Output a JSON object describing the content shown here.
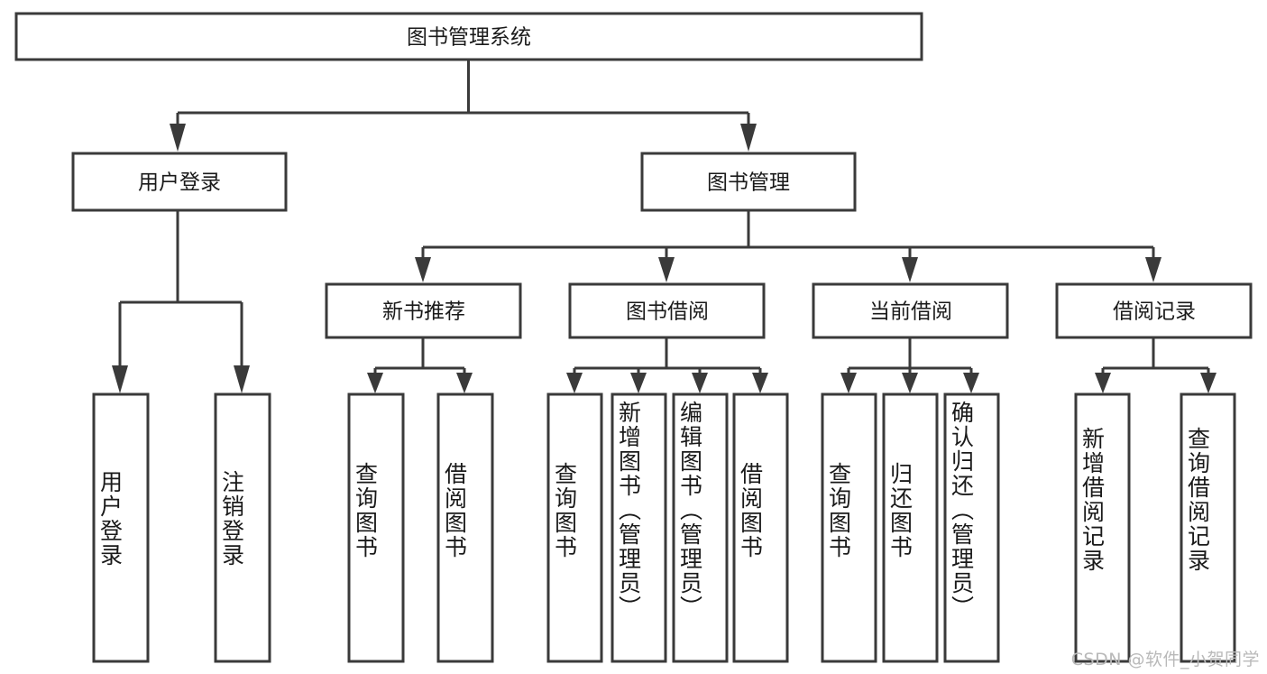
{
  "diagram": {
    "type": "tree",
    "title": "图书管理系统",
    "root": {
      "label": "图书管理系统",
      "level": 1
    },
    "level2": [
      {
        "label": "用户登录"
      },
      {
        "label": "图书管理"
      }
    ],
    "level3": [
      {
        "label": "新书推荐",
        "parent": "图书管理"
      },
      {
        "label": "图书借阅",
        "parent": "图书管理"
      },
      {
        "label": "当前借阅",
        "parent": "图书管理"
      },
      {
        "label": "借阅记录",
        "parent": "图书管理"
      }
    ],
    "leaves": {
      "user_login": [
        {
          "label": "用户登录"
        },
        {
          "label": "注销登录"
        }
      ],
      "new_book": [
        {
          "label": "查询图书"
        },
        {
          "label": "借阅图书"
        }
      ],
      "book_borrow": [
        {
          "label": "查询图书"
        },
        {
          "label": "新增图书（管理员）"
        },
        {
          "label": "编辑图书（管理员）"
        },
        {
          "label": "借阅图书"
        }
      ],
      "current_borrow": [
        {
          "label": "查询图书"
        },
        {
          "label": "归还图书"
        },
        {
          "label": "确认归还（管理员）"
        }
      ],
      "borrow_record": [
        {
          "label": "新增借阅记录"
        },
        {
          "label": "查询借阅记录"
        }
      ]
    }
  },
  "watermark": {
    "text": "CSDN @软件_小贺同学"
  },
  "colors": {
    "stroke": "#3a3a3a",
    "fill": "#ffffff",
    "text": "#1a1a1a",
    "watermark": "#b9b9b9"
  }
}
